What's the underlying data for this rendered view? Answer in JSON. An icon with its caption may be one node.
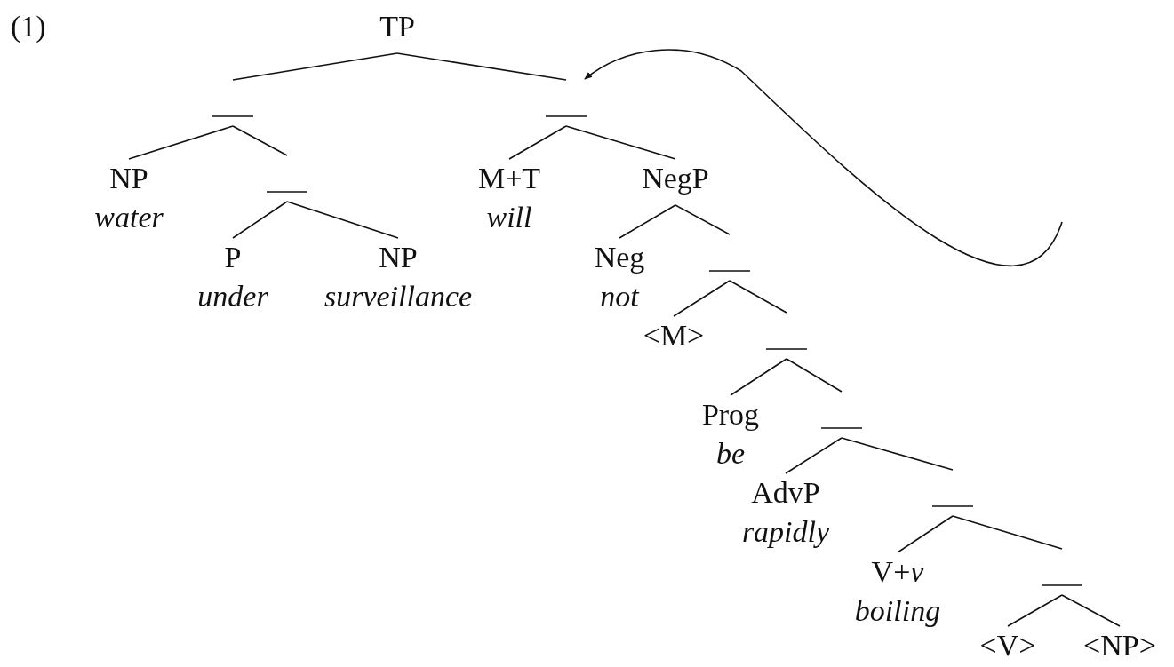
{
  "diagram": {
    "nodes": [
      {
        "text": [
          "TP"
        ]
      },
      {
        "text": [],
        "shape": "bar"
      },
      {
        "text": [],
        "shape": "bar"
      },
      {
        "text": [
          "NP",
          "water"
        ]
      },
      {
        "text": [],
        "shape": "bar"
      },
      {
        "text": [
          "M+T",
          "will"
        ]
      },
      {
        "text": [
          "NegP"
        ]
      },
      {
        "text": [
          "P",
          "under"
        ]
      },
      {
        "text": [
          "NP",
          "surveillance"
        ]
      },
      {
        "text": [
          "Neg",
          "not"
        ]
      },
      {
        "text": [],
        "shape": "bar"
      },
      {
        "text": [
          "<M>"
        ]
      },
      {
        "text": [],
        "shape": "bar"
      },
      {
        "text": [
          "Prog",
          "be"
        ]
      },
      {
        "text": [],
        "shape": "bar"
      },
      {
        "text": [
          "AdvP",
          "rapidly"
        ]
      },
      {
        "text": [],
        "shape": "bar"
      },
      {
        "text": [
          "V+*v*",
          "boiling"
        ]
      },
      {
        "text": [],
        "shape": "bar"
      },
      {
        "text": [
          "<V>"
        ]
      },
      {
        "text": [
          "<NP>"
        ]
      }
    ],
    "edges": [
      {
        "from": 0,
        "to": 1,
        "arrow": "none"
      },
      {
        "from": 0,
        "to": 2,
        "arrow": "none"
      },
      {
        "from": 1,
        "to": 3,
        "arrow": "none"
      },
      {
        "from": 1,
        "to": 4,
        "arrow": "none"
      },
      {
        "from": 2,
        "to": 5,
        "arrow": "none"
      },
      {
        "from": 2,
        "to": 6,
        "arrow": "none"
      },
      {
        "from": 4,
        "to": 7,
        "arrow": "none"
      },
      {
        "from": 4,
        "to": 8,
        "arrow": "none"
      },
      {
        "from": 6,
        "to": 9,
        "arrow": "none"
      },
      {
        "from": 6,
        "to": 10,
        "arrow": "none"
      },
      {
        "from": 10,
        "to": 11,
        "arrow": "none"
      },
      {
        "from": 10,
        "to": 12,
        "arrow": "none"
      },
      {
        "from": 12,
        "to": 13,
        "arrow": "none"
      },
      {
        "from": 12,
        "to": 14,
        "arrow": "none"
      },
      {
        "from": 14,
        "to": 15,
        "arrow": "none"
      },
      {
        "from": 14,
        "to": 16,
        "arrow": "none"
      },
      {
        "from": 16,
        "to": 17,
        "arrow": "none"
      },
      {
        "from": 16,
        "to": 18,
        "arrow": "none"
      },
      {
        "from": 18,
        "to": 19,
        "arrow": "none"
      },
      {
        "from": 18,
        "to": 20,
        "arrow": "none"
      },
      {
        "from": null,
        "to": 2,
        "arrow": "to"
      }
    ],
    "labels": [
      "(1)"
    ]
  }
}
